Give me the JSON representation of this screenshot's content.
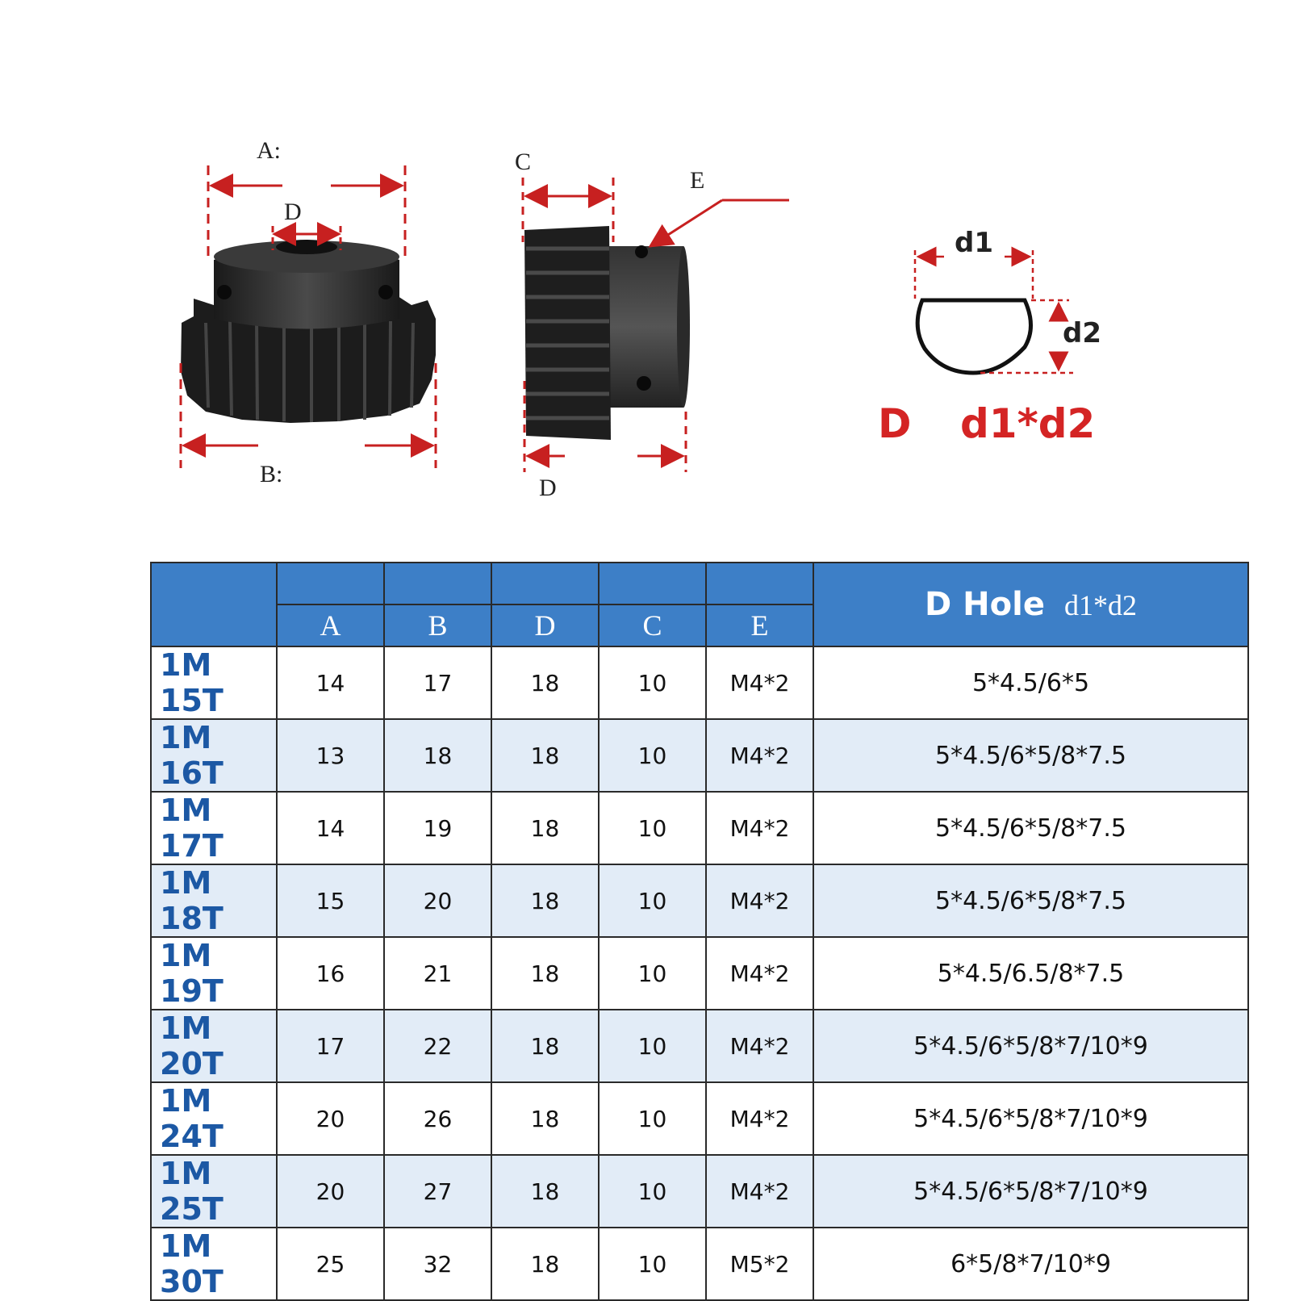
{
  "diagram": {
    "front_labels": {
      "A": "A:",
      "D": "D",
      "B": "B:"
    },
    "side_labels": {
      "C": "C",
      "E": "E",
      "D": "D"
    },
    "dhole_labels": {
      "d1": "d1",
      "d2": "d2"
    },
    "caption_D": "D",
    "caption_formula": "d1*d2"
  },
  "table": {
    "columns": [
      "A",
      "B",
      "D",
      "C",
      "E"
    ],
    "dhole_title": "D Hole",
    "dhole_sub": "d1*d2",
    "rows": [
      {
        "model": "1M 15T",
        "A": "14",
        "B": "17",
        "D": "18",
        "C": "10",
        "E": "M4*2",
        "hole": "5*4.5/6*5"
      },
      {
        "model": "1M 16T",
        "A": "13",
        "B": "18",
        "D": "18",
        "C": "10",
        "E": "M4*2",
        "hole": "5*4.5/6*5/8*7.5"
      },
      {
        "model": "1M 17T",
        "A": "14",
        "B": "19",
        "D": "18",
        "C": "10",
        "E": "M4*2",
        "hole": "5*4.5/6*5/8*7.5"
      },
      {
        "model": "1M 18T",
        "A": "15",
        "B": "20",
        "D": "18",
        "C": "10",
        "E": "M4*2",
        "hole": "5*4.5/6*5/8*7.5"
      },
      {
        "model": "1M 19T",
        "A": "16",
        "B": "21",
        "D": "18",
        "C": "10",
        "E": "M4*2",
        "hole": "5*4.5/6.5/8*7.5"
      },
      {
        "model": "1M 20T",
        "A": "17",
        "B": "22",
        "D": "18",
        "C": "10",
        "E": "M4*2",
        "hole": "5*4.5/6*5/8*7/10*9"
      },
      {
        "model": "1M 24T",
        "A": "20",
        "B": "26",
        "D": "18",
        "C": "10",
        "E": "M4*2",
        "hole": "5*4.5/6*5/8*7/10*9"
      },
      {
        "model": "1M 25T",
        "A": "20",
        "B": "27",
        "D": "18",
        "C": "10",
        "E": "M4*2",
        "hole": "5*4.5/6*5/8*7/10*9"
      },
      {
        "model": "1M 30T",
        "A": "25",
        "B": "32",
        "D": "18",
        "C": "10",
        "E": "M5*2",
        "hole": "6*5/8*7/10*9"
      }
    ]
  }
}
